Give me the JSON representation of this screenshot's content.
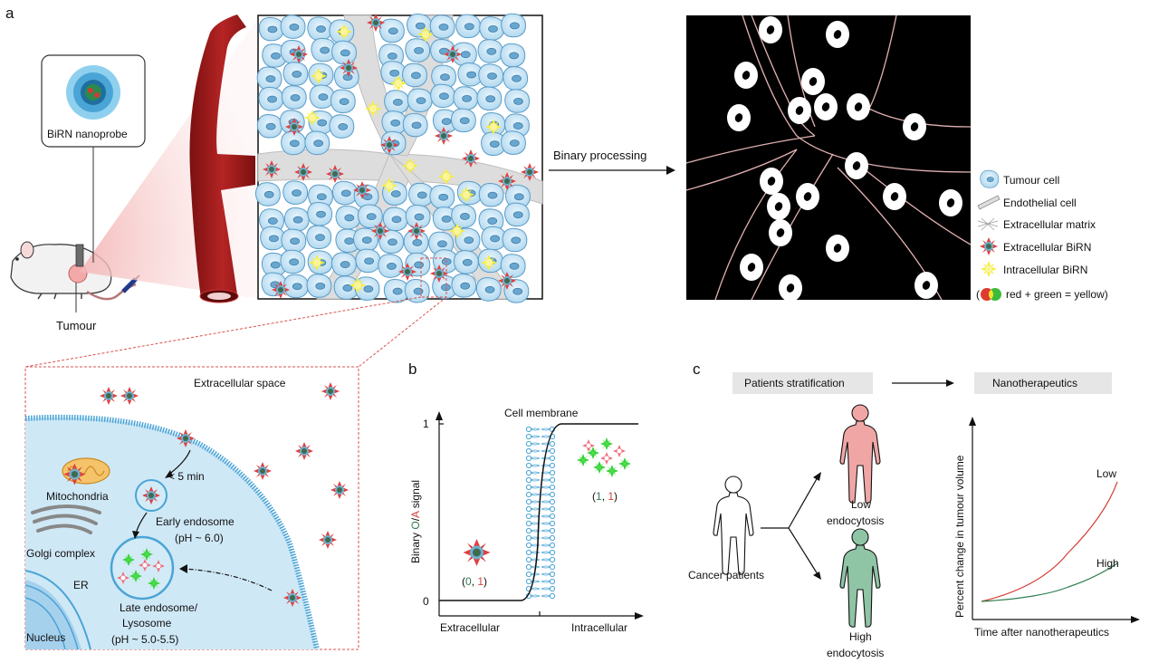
{
  "panel_labels": {
    "a": "a",
    "b": "b",
    "c": "c"
  },
  "panel_a": {
    "probe_label": "BiRN nanoprobe",
    "mouse_label": "Tumour",
    "process_label": "Binary processing",
    "zoom_space_label": "Extracellular space",
    "time_label": "< 5 min",
    "organelles": {
      "mitochondria": "Mitochondria",
      "golgi": "Golgi complex",
      "er": "ER",
      "nucleus": "Nucleus"
    },
    "early_endosome": {
      "name": "Early endosome",
      "ph": "(pH ~ 6.0)"
    },
    "late_endosome": {
      "line1": "Late endosome/",
      "line2": "Lysosome",
      "ph": "(pH ~ 5.0-5.5)"
    },
    "legend": [
      {
        "label": "Tumour cell",
        "icon": "tumour-cell-icon"
      },
      {
        "label": "Endothelial cell",
        "icon": "endothelial-cell-icon"
      },
      {
        "label": "Extracellular matrix",
        "icon": "matrix-icon"
      },
      {
        "label": "Extracellular BiRN",
        "icon": "extracellular-birn-icon"
      },
      {
        "label": "Intracellular BiRN",
        "icon": "intracellular-birn-icon"
      }
    ],
    "color_mix": {
      "open": "(",
      "text": "red + green = yellow)"
    }
  },
  "panel_b": {
    "title": "Cell membrane",
    "ylabel_parts": [
      "Binary ",
      "O",
      "/",
      "A",
      " signal"
    ],
    "ytick_top": "1",
    "ytick_bottom": "0",
    "xlabel_left": "Extracellular",
    "xlabel_right": "Intracellular",
    "point_extra": {
      "open": "(",
      "a": "0",
      "sep": ", ",
      "b": "1",
      "close": ")"
    },
    "point_intra": {
      "open": "(",
      "a": "1",
      "sep": ", ",
      "b": "1",
      "close": ")"
    }
  },
  "panel_c": {
    "box_left": "Patients stratification",
    "box_right": "Nanotherapeutics",
    "patients_label": "Cancer patients",
    "low_label": [
      "Low",
      "endocytosis"
    ],
    "high_label": [
      "High",
      "endocytosis"
    ],
    "graph_ylabel": "Percent change in tumour volume",
    "graph_xlabel": "Time after nanotherapeutics",
    "curve_low": "Low",
    "curve_high": "High"
  },
  "colors": {
    "red": "#d3413a",
    "green": "#2e7d4f",
    "bright_green": "#3bd13b",
    "yellow": "#f5f044",
    "vessel": "#9b1b1b",
    "cell": "#bfe0f2",
    "cell_edge": "#5b9cc7",
    "high_person": "#8fc4a5",
    "low_person": "#f1a6a6"
  }
}
